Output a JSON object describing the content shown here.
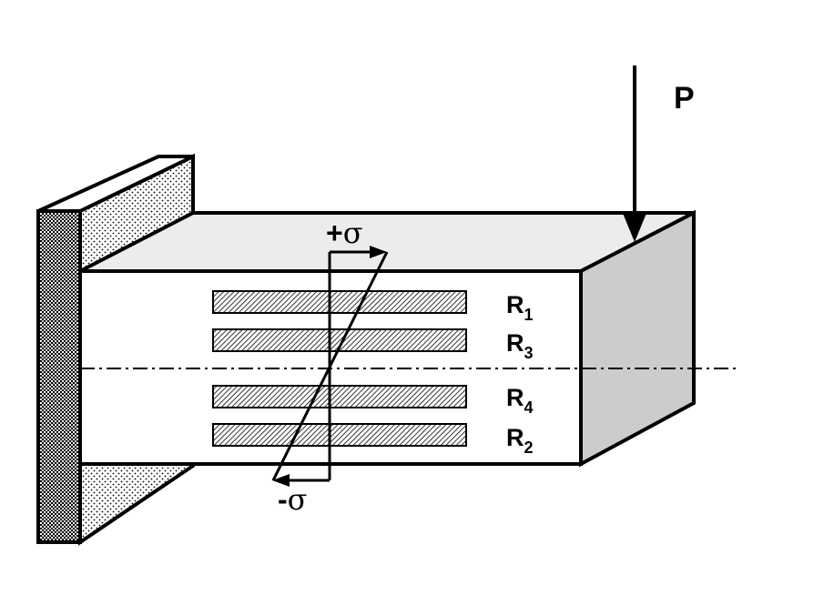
{
  "force_label": "P",
  "stress_positive": {
    "sign": "+",
    "symbol": "σ"
  },
  "stress_negative": {
    "sign": "-",
    "symbol": "σ"
  },
  "gauges": [
    {
      "letter": "R",
      "sub": "1"
    },
    {
      "letter": "R",
      "sub": "3"
    },
    {
      "letter": "R",
      "sub": "4"
    },
    {
      "letter": "R",
      "sub": "2"
    }
  ],
  "colors": {
    "line": "#000000",
    "top_face": "#ececec",
    "end_face": "#cccccc",
    "front_face": "#ffffff"
  }
}
